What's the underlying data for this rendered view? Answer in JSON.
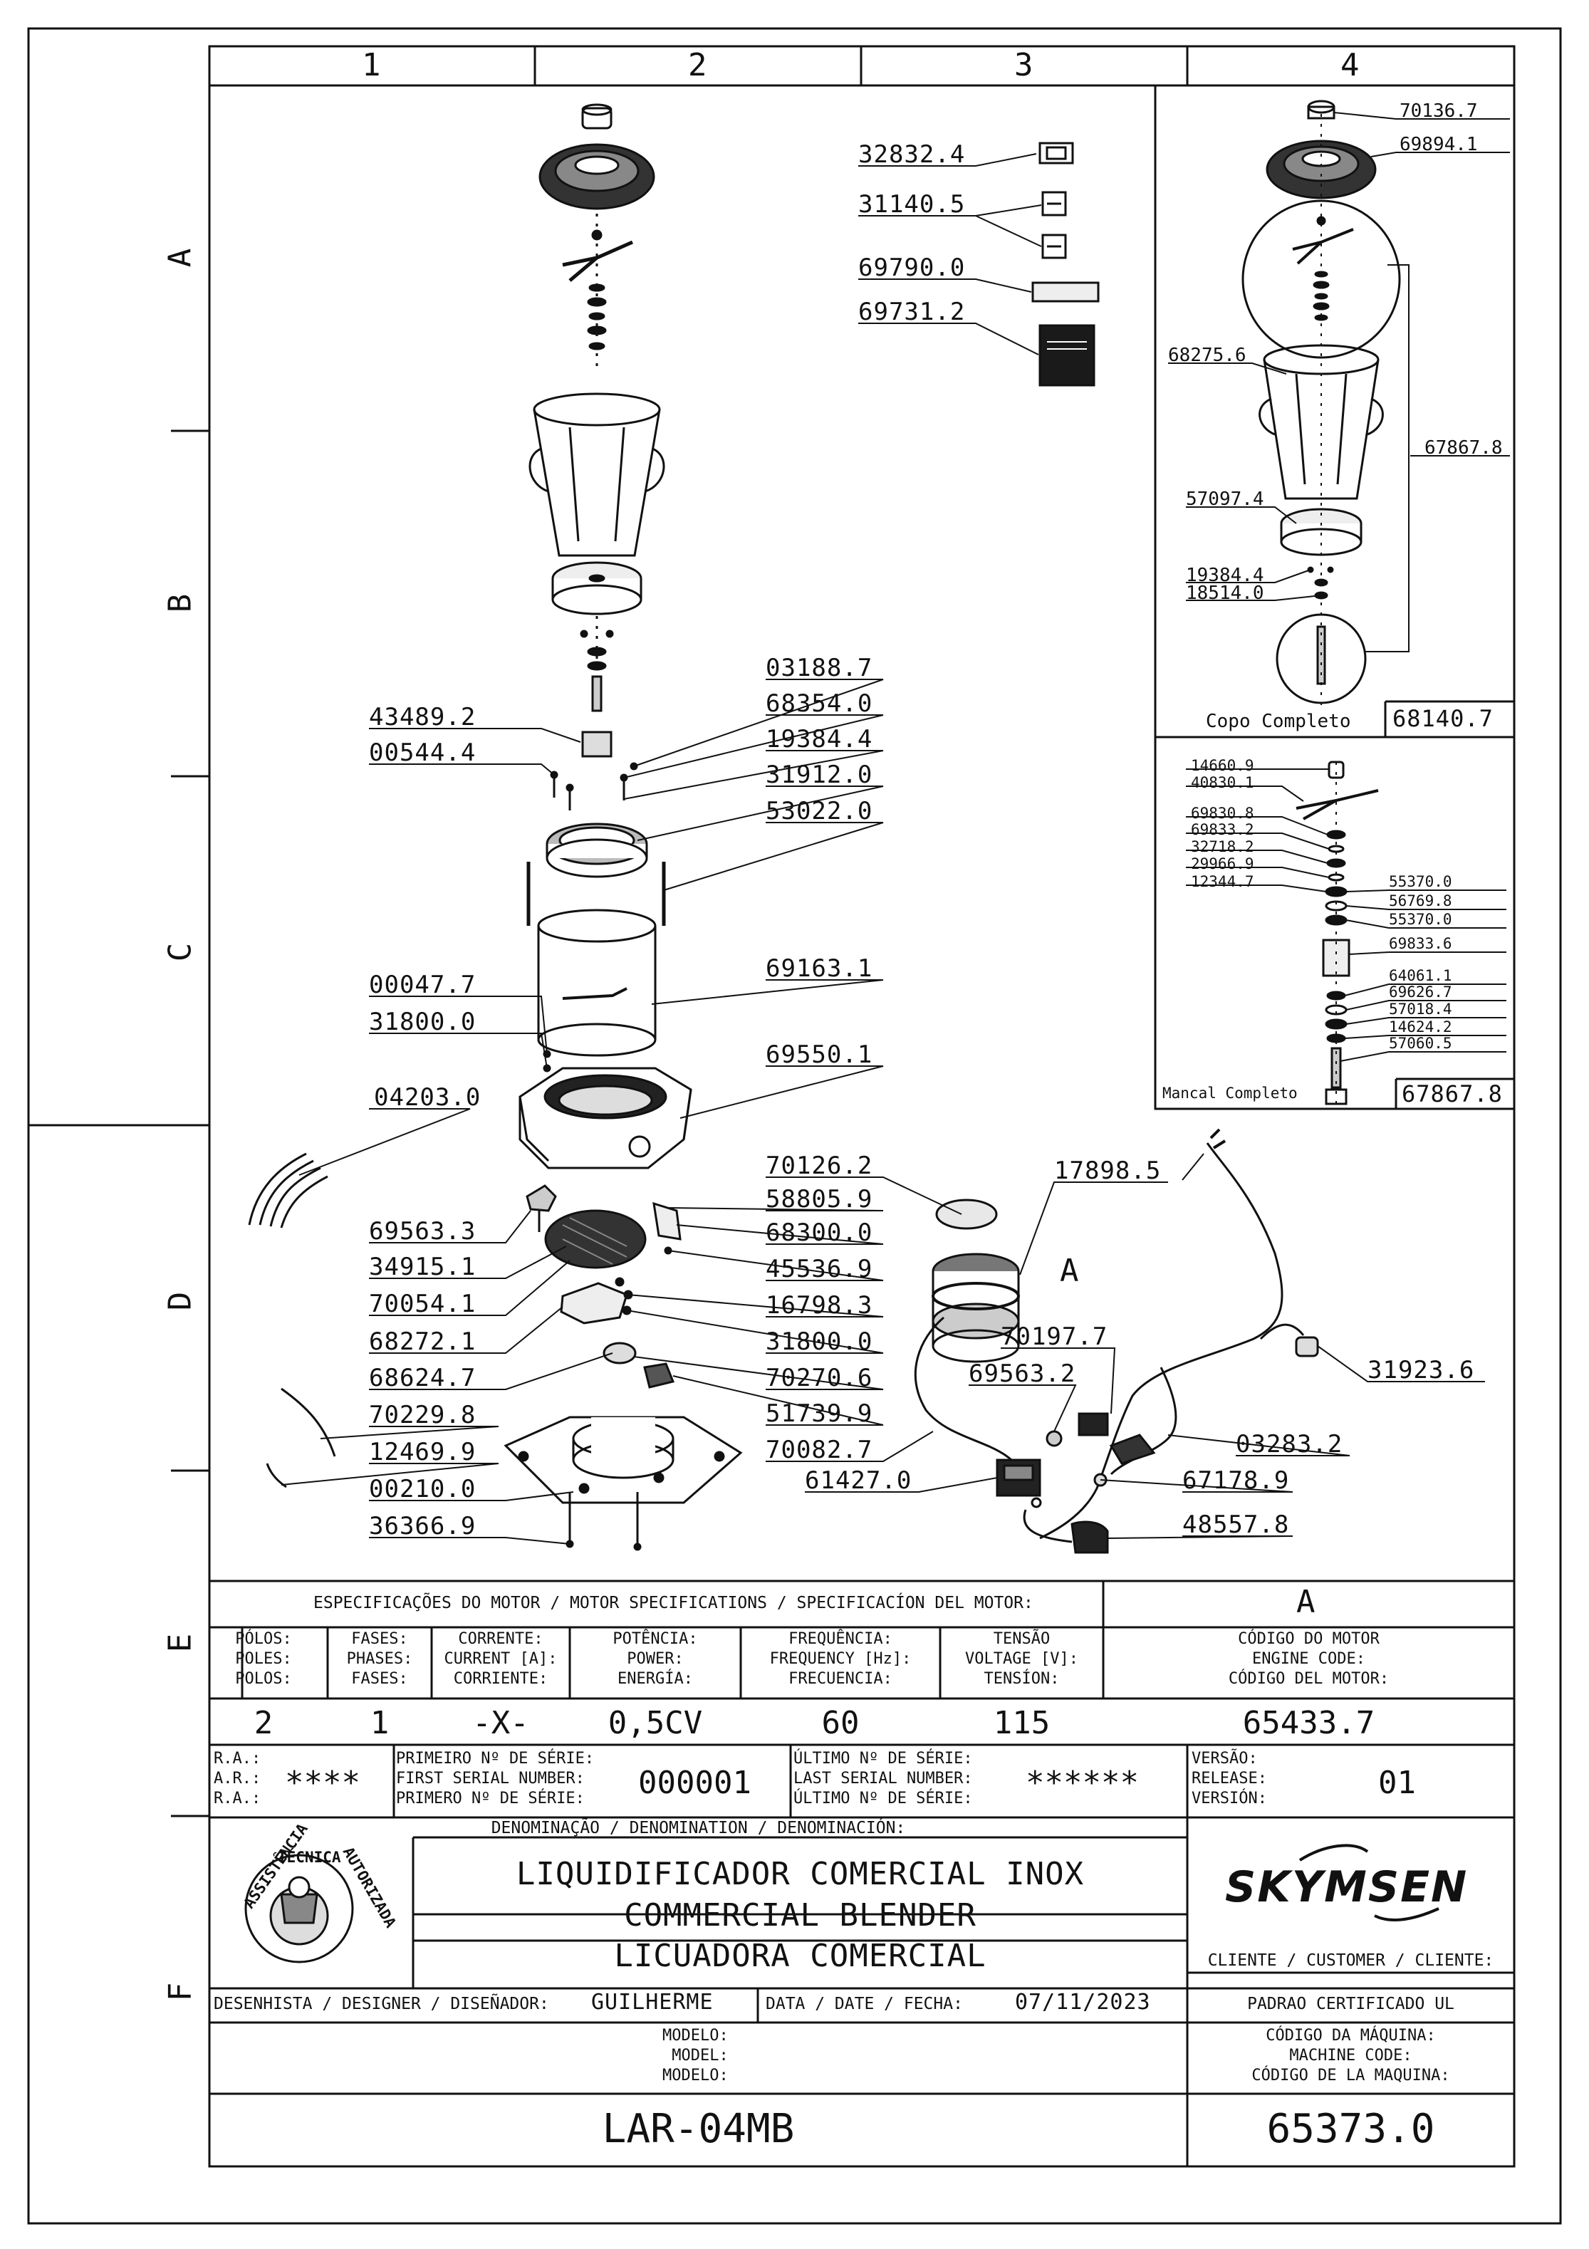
{
  "grid": {
    "columns": [
      "1",
      "2",
      "3",
      "4"
    ],
    "rows": [
      "A",
      "B",
      "C",
      "D",
      "E",
      "F"
    ]
  },
  "main_parts": {
    "left": [
      "43489.2",
      "00544.4",
      "00047.7",
      "31800.0",
      "04203.0",
      "69563.3",
      "34915.1",
      "70054.1",
      "68272.1",
      "68624.7",
      "70229.8",
      "12469.9",
      "00210.0",
      "36366.9"
    ],
    "right": [
      "03188.7",
      "68354.0",
      "19384.4",
      "31912.0",
      "53022.0",
      "69163.1",
      "69550.1",
      "70126.2",
      "58805.9",
      "68300.0",
      "45536.9",
      "16798.3",
      "31800.0",
      "70270.6",
      "51739.9",
      "70082.7"
    ],
    "accessories": [
      "32832.4",
      "31140.5",
      "69790.0",
      "69731.2"
    ],
    "motor": {
      "callout": "A",
      "parts": [
        "17898.5",
        "70197.7",
        "69563.2",
        "31923.6",
        "03283.2",
        "61427.0",
        "67178.9",
        "48557.8"
      ]
    }
  },
  "cup_assembly": {
    "parts": [
      "70136.7",
      "69894.1",
      "68275.6",
      "67867.8",
      "57097.4",
      "19384.4",
      "18514.0"
    ],
    "caption": "Copo Completo",
    "code": "68140.7"
  },
  "bearing_assembly": {
    "left_parts": [
      "14660.9",
      "40830.1",
      "69830.8",
      "69833.2",
      "32718.2",
      "29966.9",
      "12344.7"
    ],
    "right_parts": [
      "55370.0",
      "56769.8",
      "55370.0",
      "69833.6",
      "64061.1",
      "69626.7",
      "57018.4",
      "14624.2",
      "57060.5"
    ],
    "caption": "Mancal Completo",
    "code": "67867.8"
  },
  "motor_spec": {
    "header": "ESPECIFICAÇÕES DO MOTOR / MOTOR SPECIFICATIONS / SPECIFICACÍON DEL MOTOR:",
    "letter": "A",
    "columns": [
      {
        "label": [
          "PÓLOS:",
          "POLES:",
          "POLOS:"
        ],
        "value": "2"
      },
      {
        "label": [
          "FASES:",
          "PHASES:",
          "FASES:"
        ],
        "value": "1"
      },
      {
        "label": [
          "CORRENTE:",
          "CURRENT [A]:",
          "CORRIENTE:"
        ],
        "value": "-X-"
      },
      {
        "label": [
          "POTÊNCIA:",
          "POWER:",
          "ENERGÍA:"
        ],
        "value": "0,5CV"
      },
      {
        "label": [
          "FREQUÊNCIA:",
          "FREQUENCY [Hz]:",
          "FRECUENCIA:"
        ],
        "value": "60"
      },
      {
        "label": [
          "TENSÃO",
          "VOLTAGE [V]:",
          "TENSÍON:"
        ],
        "value": "115"
      }
    ],
    "engine_code_label": [
      "CÓDIGO DO MOTOR",
      "ENGINE CODE:",
      "CÓDIGO DEL MOTOR:"
    ],
    "engine_code": "65433.7"
  },
  "serial": {
    "ra_labels": [
      "R.A.:",
      "A.R.:",
      "R.A.:"
    ],
    "ra_value": "****",
    "first_labels": [
      "PRIMEIRO Nº DE SÉRIE:",
      "FIRST SERIAL NUMBER:",
      "PRIMERO Nº DE SÉRIE:"
    ],
    "first_value": "000001",
    "last_labels": [
      "ÚLTIMO Nº DE SÉRIE:",
      "LAST SERIAL NUMBER:",
      "ÚLTIMO Nº DE SÉRIE:"
    ],
    "last_value": "******",
    "version_labels": [
      "VERSÃO:",
      "RELEASE:",
      "VERSIÓN:"
    ],
    "version_value": "01"
  },
  "title_block": {
    "denomination_label": "DENOMINAÇÃO / DENOMINATION / DENOMINACIÓN:",
    "names": [
      "LIQUIDIFICADOR COMERCIAL INOX",
      "COMMERCIAL BLENDER",
      "LICUADORA COMERCIAL"
    ],
    "stamp_text": [
      "ASSISTÊNCIA",
      "TÉCNICA",
      "AUTORIZADA"
    ],
    "brand": "SKYMSEN",
    "client_label": "CLIENTE / CUSTOMER / CLIENTE:",
    "client_value": "PADRAO CERTIFICADO UL",
    "designer_label": "DESENHISTA / DESIGNER / DISEÑADOR:",
    "designer": "GUILHERME",
    "date_label": "DATA / DATE / FECHA:",
    "date": "07/11/2023",
    "model_labels": [
      "MODELO:",
      "MODEL:",
      "MODELO:"
    ],
    "model": "LAR-04MB",
    "machine_code_labels": [
      "CÓDIGO DA MÁQUINA:",
      "MACHINE CODE:",
      "CÓDIGO DE LA MAQUINA:"
    ],
    "machine_code": "65373.0"
  },
  "colors": {
    "ink": "#111111",
    "paper": "#ffffff",
    "shade": "#555555"
  }
}
